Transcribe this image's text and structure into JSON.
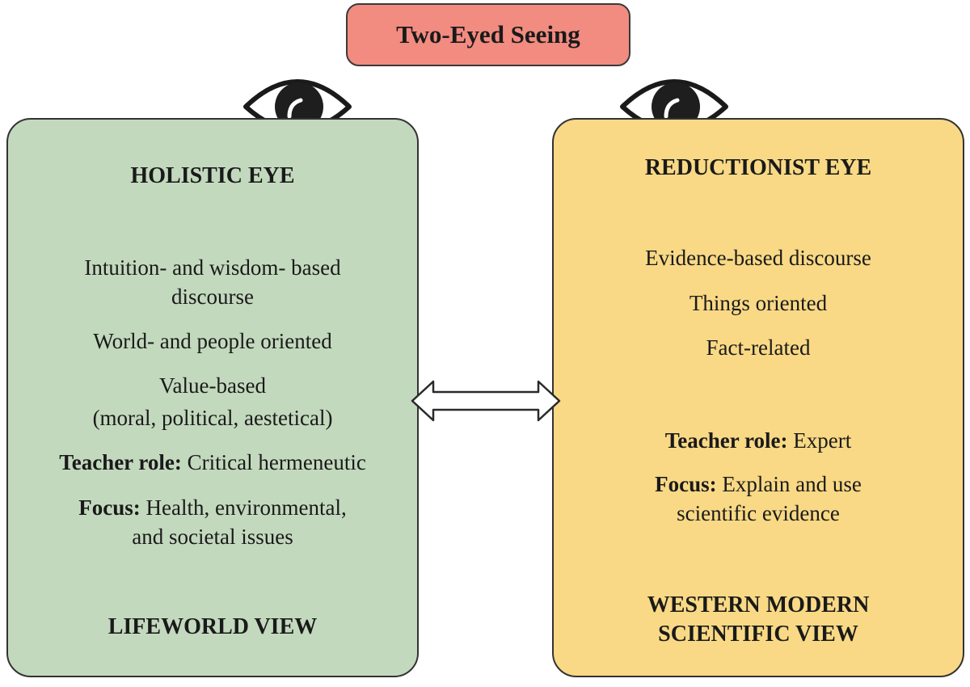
{
  "title": "Two-Eyed Seeing",
  "left_panel": {
    "heading": "HOLISTIC EYE",
    "line1": "Intuition- and wisdom- based",
    "line2": "discourse",
    "line3": "World- and people oriented",
    "line4": "Value-based",
    "line5": "(moral, political, aestetical)",
    "teacher_label": "Teacher role:",
    "teacher_value": " Critical hermeneutic",
    "focus_label": "Focus:",
    "focus_value": " Health, environmental,",
    "focus_value2": "and societal issues",
    "footer": "LIFEWORLD VIEW"
  },
  "right_panel": {
    "heading": "REDUCTIONIST EYE",
    "line1": "Evidence-based discourse",
    "line2": "Things oriented",
    "line3": "Fact-related",
    "teacher_label": "Teacher role:",
    "teacher_value": " Expert",
    "focus_label": "Focus:",
    "focus_value": " Explain and use",
    "focus_value2": "scientific evidence",
    "footer_line1": "WESTERN MODERN",
    "footer_line2": "SCIENTIFIC VIEW"
  },
  "icons": {
    "left_eye": "eye-icon",
    "right_eye": "eye-icon",
    "connector": "double-arrow-icon"
  },
  "colors": {
    "title_fill": "#f28b80",
    "left_fill": "#c3d9be",
    "right_fill": "#f9d985"
  }
}
